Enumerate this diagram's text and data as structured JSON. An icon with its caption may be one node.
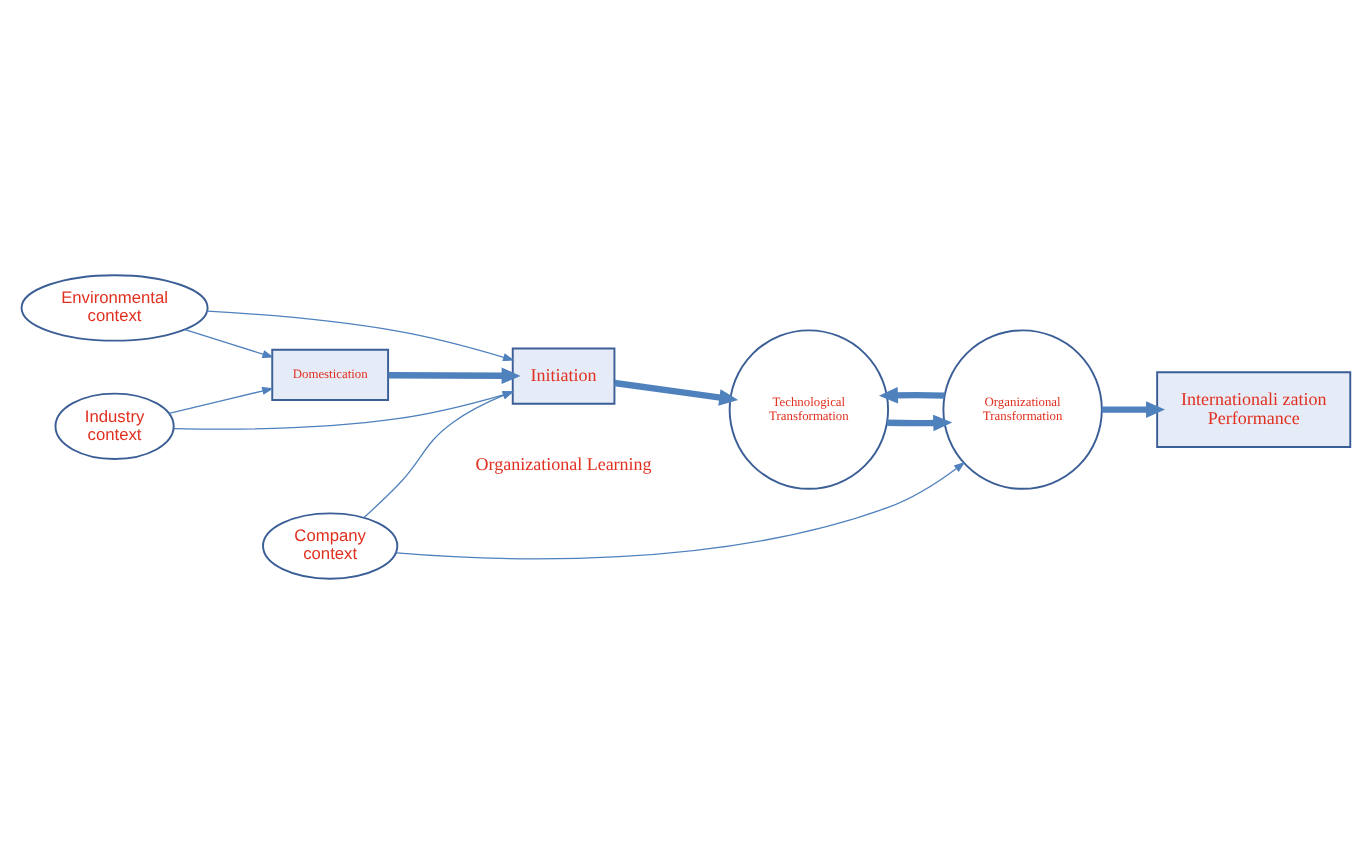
{
  "diagram": {
    "nodes": [
      {
        "text": [
          "Environmental context"
        ]
      },
      {
        "text": [
          "Domestication"
        ]
      },
      {
        "text": [
          "Initiation"
        ]
      },
      {
        "text": [
          "Technological Transformation"
        ]
      },
      {
        "text": [
          "Organizational Transformation"
        ]
      },
      {
        "text": [
          "Internationali zation Performance"
        ]
      },
      {
        "text": [
          "Industry context"
        ]
      },
      {
        "text": [
          "Company context"
        ]
      }
    ],
    "edges": [
      {
        "from": 0,
        "to": 1,
        "arrow": "to"
      },
      {
        "from": 0,
        "to": 2,
        "arrow": "to"
      },
      {
        "from": 1,
        "to": 2,
        "arrow": "to",
        "style": "thick"
      },
      {
        "from": 2,
        "to": 3,
        "arrow": "to",
        "style": "thick"
      },
      {
        "from": 4,
        "to": 3,
        "arrow": "to",
        "style": "thick"
      },
      {
        "from": 3,
        "to": 4,
        "arrow": "to",
        "style": "thick"
      },
      {
        "from": 4,
        "to": 5,
        "arrow": "to",
        "style": "thick"
      },
      {
        "from": 6,
        "to": 1,
        "arrow": "to"
      },
      {
        "from": 6,
        "to": 2,
        "arrow": "to"
      },
      {
        "from": 7,
        "to": 2,
        "arrow": "to"
      },
      {
        "from": 7,
        "to": 4,
        "arrow": "to"
      }
    ],
    "labels": [
      "Organizational Learning"
    ]
  }
}
